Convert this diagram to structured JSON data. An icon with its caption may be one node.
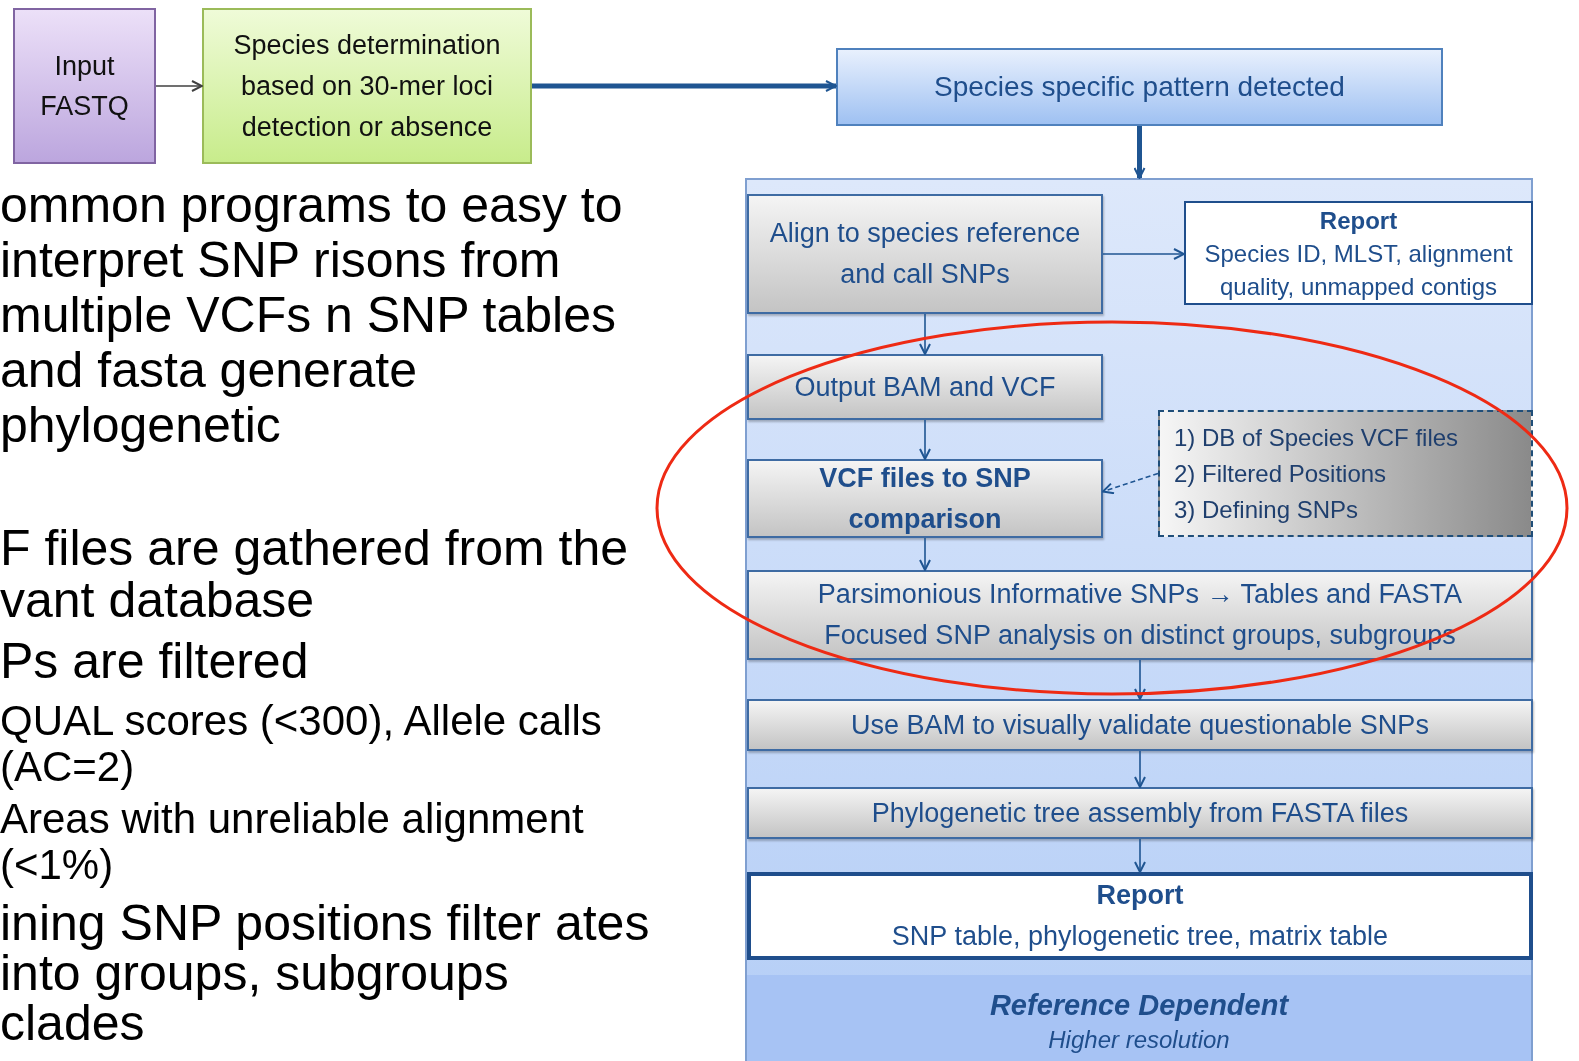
{
  "diagram": {
    "nodes": [
      {
        "text": [
          "Input FASTQ"
        ]
      },
      {
        "text": [
          "Species determination based on 30-mer loci detection or absence"
        ]
      },
      {
        "text": [
          "Species specific pattern detected"
        ]
      },
      {
        "text": [
          "Reference Dependent",
          "Higher resolution"
        ]
      },
      {
        "text": [
          "Align to species reference and call SNPs"
        ],
        "in": 3
      },
      {
        "text": [
          "Report",
          "Species ID, MLST, alignment quality, unmapped contigs"
        ],
        "in": 3
      },
      {
        "text": [
          "Output BAM and VCF"
        ],
        "in": 3
      },
      {
        "text": [
          "VCF files to SNP comparison"
        ],
        "in": 3
      },
      {
        "text": [
          "1) DB of Species VCF files",
          "2) Filtered Positions",
          "3) Defining SNPs"
        ],
        "in": 3
      },
      {
        "text": [
          "Parsimonious Informative SNPs → Tables and FASTA",
          "Focused SNP analysis on distinct groups, subgroups"
        ],
        "in": 3
      },
      {
        "text": [
          "Use BAM to visually validate questionable SNPs"
        ],
        "in": 3
      },
      {
        "text": [
          "Phylogenetic tree assembly from FASTA files"
        ],
        "in": 3
      },
      {
        "text": [
          "Report",
          "SNP table, phylogenetic tree, matrix table"
        ],
        "in": 3
      }
    ],
    "edges": [
      {
        "from": 0,
        "to": 1,
        "arrow": "to",
        "color": "#404040"
      },
      {
        "from": 1,
        "to": 2,
        "arrow": "to",
        "style": "thick"
      },
      {
        "from": 2,
        "to": 3,
        "arrow": "to",
        "style": "thick"
      },
      {
        "from": 4,
        "to": 5,
        "arrow": "to"
      },
      {
        "from": 4,
        "to": 6,
        "arrow": "to"
      },
      {
        "from": 6,
        "to": 7,
        "arrow": "to"
      },
      {
        "from": 8,
        "to": 7,
        "arrow": "to",
        "style": "dashed"
      },
      {
        "from": 7,
        "to": 9,
        "arrow": "to"
      },
      {
        "from": 9,
        "to": 10,
        "arrow": "to"
      },
      {
        "from": 10,
        "to": 11,
        "arrow": "to"
      },
      {
        "from": 11,
        "to": 12,
        "arrow": "to"
      }
    ],
    "labels": [
      "ommon programs to easy to interpret SNP risons from multiple VCFs n SNP tables and fasta generate phylogenetic",
      "F files are gathered from the vant database",
      "Ps are filtered",
      "QUAL scores (<300), Allele calls (AC=2)",
      "Areas with unreliable alignment (<1%)",
      "ining SNP positions filter ates into groups, subgroups clades"
    ]
  }
}
